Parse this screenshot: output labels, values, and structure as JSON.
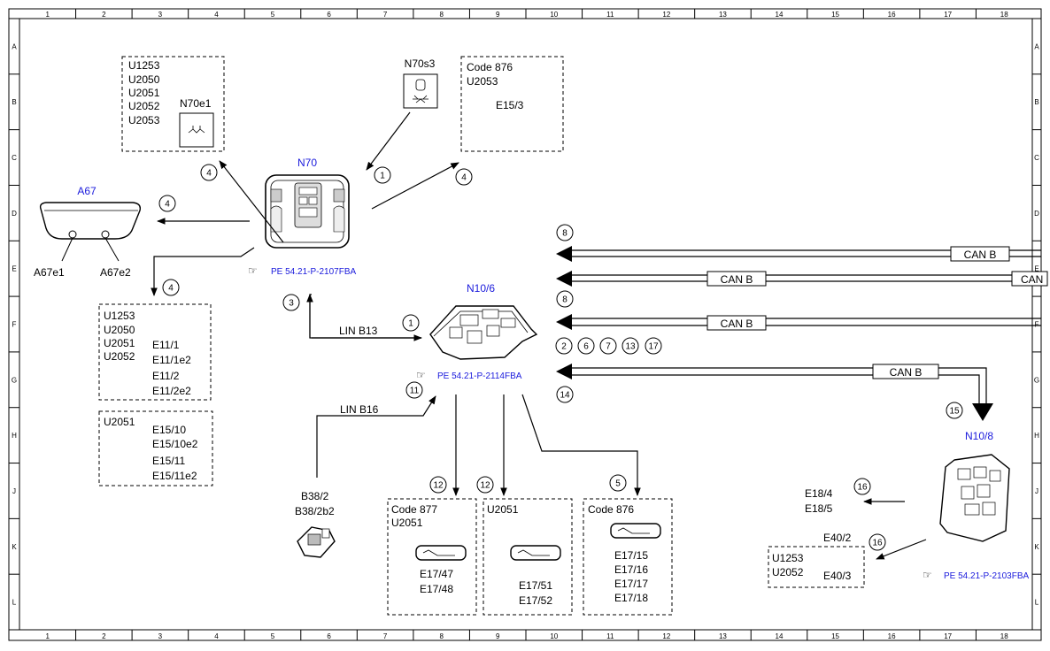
{
  "columns": [
    "1",
    "2",
    "3",
    "4",
    "5",
    "6",
    "7",
    "8",
    "9",
    "10",
    "11",
    "12",
    "13",
    "14",
    "15",
    "16",
    "17",
    "18"
  ],
  "rows": [
    "A",
    "B",
    "C",
    "D",
    "E",
    "F",
    "G",
    "H",
    "J",
    "K",
    "L"
  ],
  "components": {
    "n70": "N70",
    "n70_ref": "PE 54.21-P-2107FBA",
    "a67": "A67",
    "a67e1": "A67e1",
    "a67e2": "A67e2",
    "n70s3": "N70s3",
    "n70e1": "N70e1",
    "n10_6": "N10/6",
    "n10_6_ref": "PE 54.21-P-2114FBA",
    "n10_8": "N10/8",
    "n10_8_ref": "PE 54.21-P-2103FBA",
    "b38_2": "B38/2",
    "b38_2b2": "B38/2b2"
  },
  "boxes": {
    "b1_codes": [
      "U1253",
      "U2050",
      "U2051",
      "U2052",
      "U2053"
    ],
    "b2_codes": [
      "Code 876",
      "U2053"
    ],
    "b2_item": "E15/3",
    "b3_codes": [
      "U1253",
      "U2050",
      "U2051",
      "U2052"
    ],
    "b3_items": [
      "E11/1",
      "E11/1e2",
      "E11/2",
      "E11/2e2"
    ],
    "b4_code": "U2051",
    "b4_items": [
      "E15/10",
      "E15/10e2",
      "E15/11",
      "E15/11e2"
    ],
    "b5_codes": [
      "Code 877",
      "U2051"
    ],
    "b5_items": [
      "E17/47",
      "E17/48"
    ],
    "b6_code": "U2051",
    "b6_items": [
      "E17/51",
      "E17/52"
    ],
    "b7_code": "Code 876",
    "b7_items": [
      "E17/15",
      "E17/16",
      "E17/17",
      "E17/18"
    ],
    "b8_codes": [
      "U1253",
      "U2052"
    ],
    "b8_item": "E40/3",
    "e40_2": "E40/2",
    "e18": [
      "E18/4",
      "E18/5"
    ]
  },
  "buses": {
    "can_b": "CAN B",
    "can_b_cut": "CAN",
    "lin_b13": "LIN B13",
    "lin_b16": "LIN B16"
  },
  "callouts": {
    "c1a": "1",
    "c4a": "4",
    "c4b": "4",
    "c4c": "4",
    "c4d": "4",
    "c8a": "8",
    "c8b": "8",
    "c3": "3",
    "c1b": "1",
    "c2": "2",
    "c6": "6",
    "c7": "7",
    "c13": "13",
    "c17": "17",
    "c11": "11",
    "c14": "14",
    "c15": "15",
    "c12a": "12",
    "c12b": "12",
    "c5": "5",
    "c16a": "16",
    "c16b": "16"
  },
  "colors": {
    "label_blue": "#1a1adc",
    "line": "#000000"
  }
}
